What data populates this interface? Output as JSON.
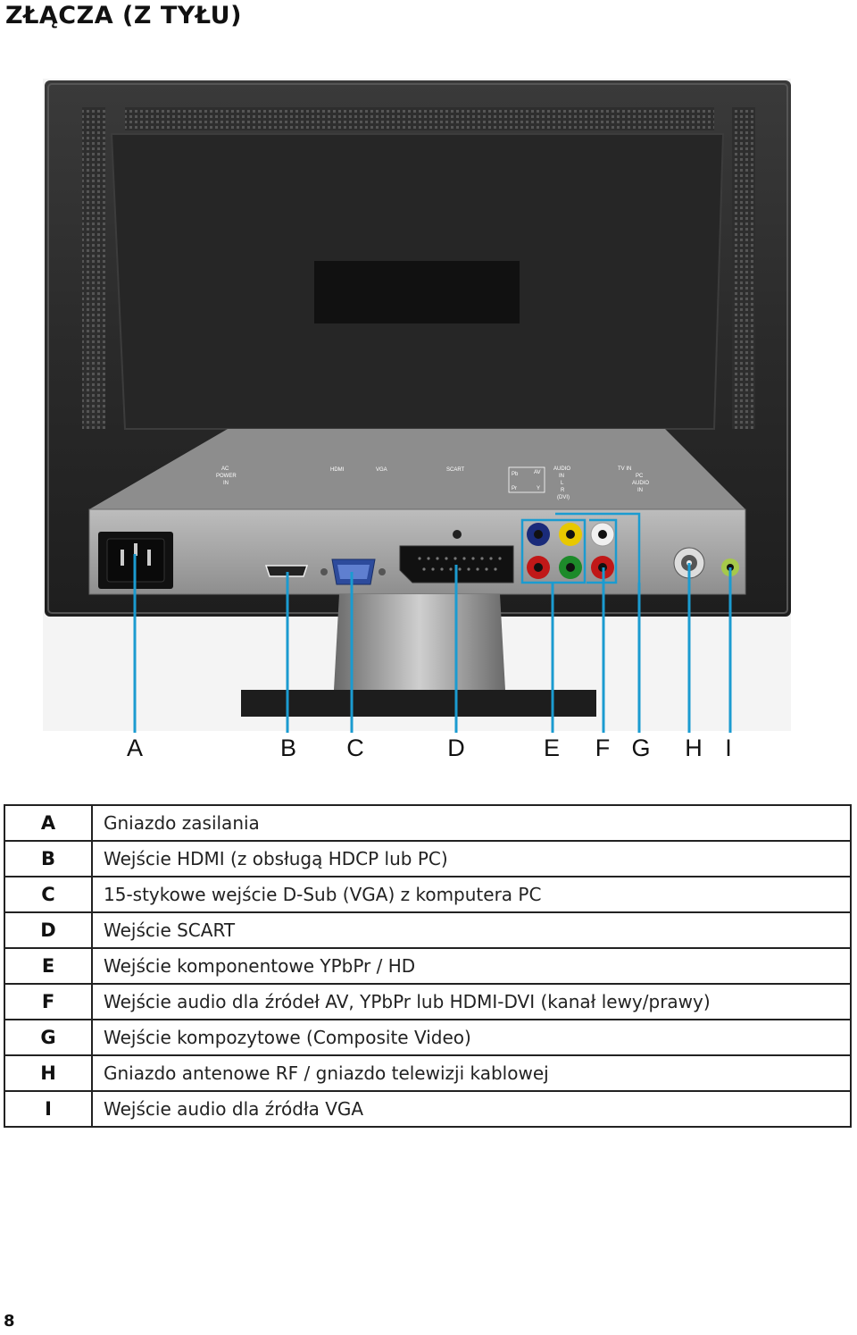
{
  "page": {
    "title": "ZŁĄCZA (Z TYŁU)",
    "page_number": "8"
  },
  "panel_labels": {
    "ac": [
      "AC",
      "POWER",
      "IN"
    ],
    "hdmi": "HDMI",
    "vga": "VGA",
    "scart": "SCART",
    "pb": "Pb",
    "pr": "Pr",
    "y": "Y",
    "av": "AV",
    "audio_in": [
      "AUDIO",
      "IN",
      "L",
      "R",
      "(DVI)"
    ],
    "tv_in": "TV IN",
    "pc_audio": [
      "PC",
      "AUDIO",
      "IN"
    ]
  },
  "callout_letters": [
    "A",
    "B",
    "C",
    "D",
    "E",
    "F",
    "G",
    "H",
    "I"
  ],
  "legend": [
    {
      "key": "A",
      "text": "Gniazdo zasilania"
    },
    {
      "key": "B",
      "text": "Wejście HDMI (z obsługą HDCP lub PC)"
    },
    {
      "key": "C",
      "text": "15-stykowe wejście D-Sub (VGA) z komputera PC"
    },
    {
      "key": "D",
      "text": "Wejście SCART"
    },
    {
      "key": "E",
      "text": "Wejście komponentowe YPbPr / HD"
    },
    {
      "key": "F",
      "text": "Wejście audio dla źródeł AV, YPbPr lub HDMI-DVI (kanał lewy/prawy)"
    },
    {
      "key": "G",
      "text": "Wejście kompozytowe (Composite Video)"
    },
    {
      "key": "H",
      "text": "Gniazdo antenowe RF / gniazdo telewizji kablowej"
    },
    {
      "key": "I",
      "text": "Wejście audio dla źródła VGA"
    }
  ],
  "colors": {
    "callout": "#1b9bd0",
    "housing": "#2b2b2b",
    "panel": "#a3a3a3",
    "port_blue": "#1a2b7a",
    "port_yellow": "#e8c800",
    "port_red": "#c01818",
    "port_green": "#1d8a2a",
    "port_white": "#f0f0f0"
  }
}
